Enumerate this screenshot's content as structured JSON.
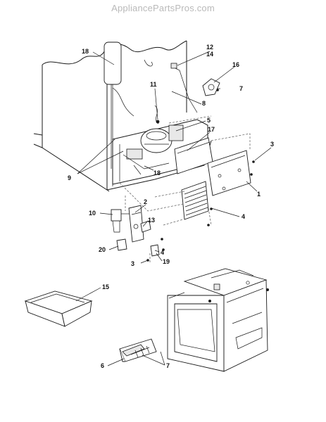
{
  "watermark": "AppliancePartsPros.com",
  "callouts": {
    "c1": "1",
    "c2": "2",
    "c3a": "3",
    "c3b": "3",
    "c4a": "4",
    "c4b": "4",
    "c5": "5",
    "c6": "6",
    "c7a": "7",
    "c7b": "7",
    "c8": "8",
    "c9": "9",
    "c10": "10",
    "c11": "11",
    "c12": "12",
    "c13": "13",
    "c14": "14",
    "c15": "15",
    "c16": "16",
    "c17": "17",
    "c18a": "18",
    "c18b": "18",
    "c19": "19",
    "c20": "20"
  }
}
